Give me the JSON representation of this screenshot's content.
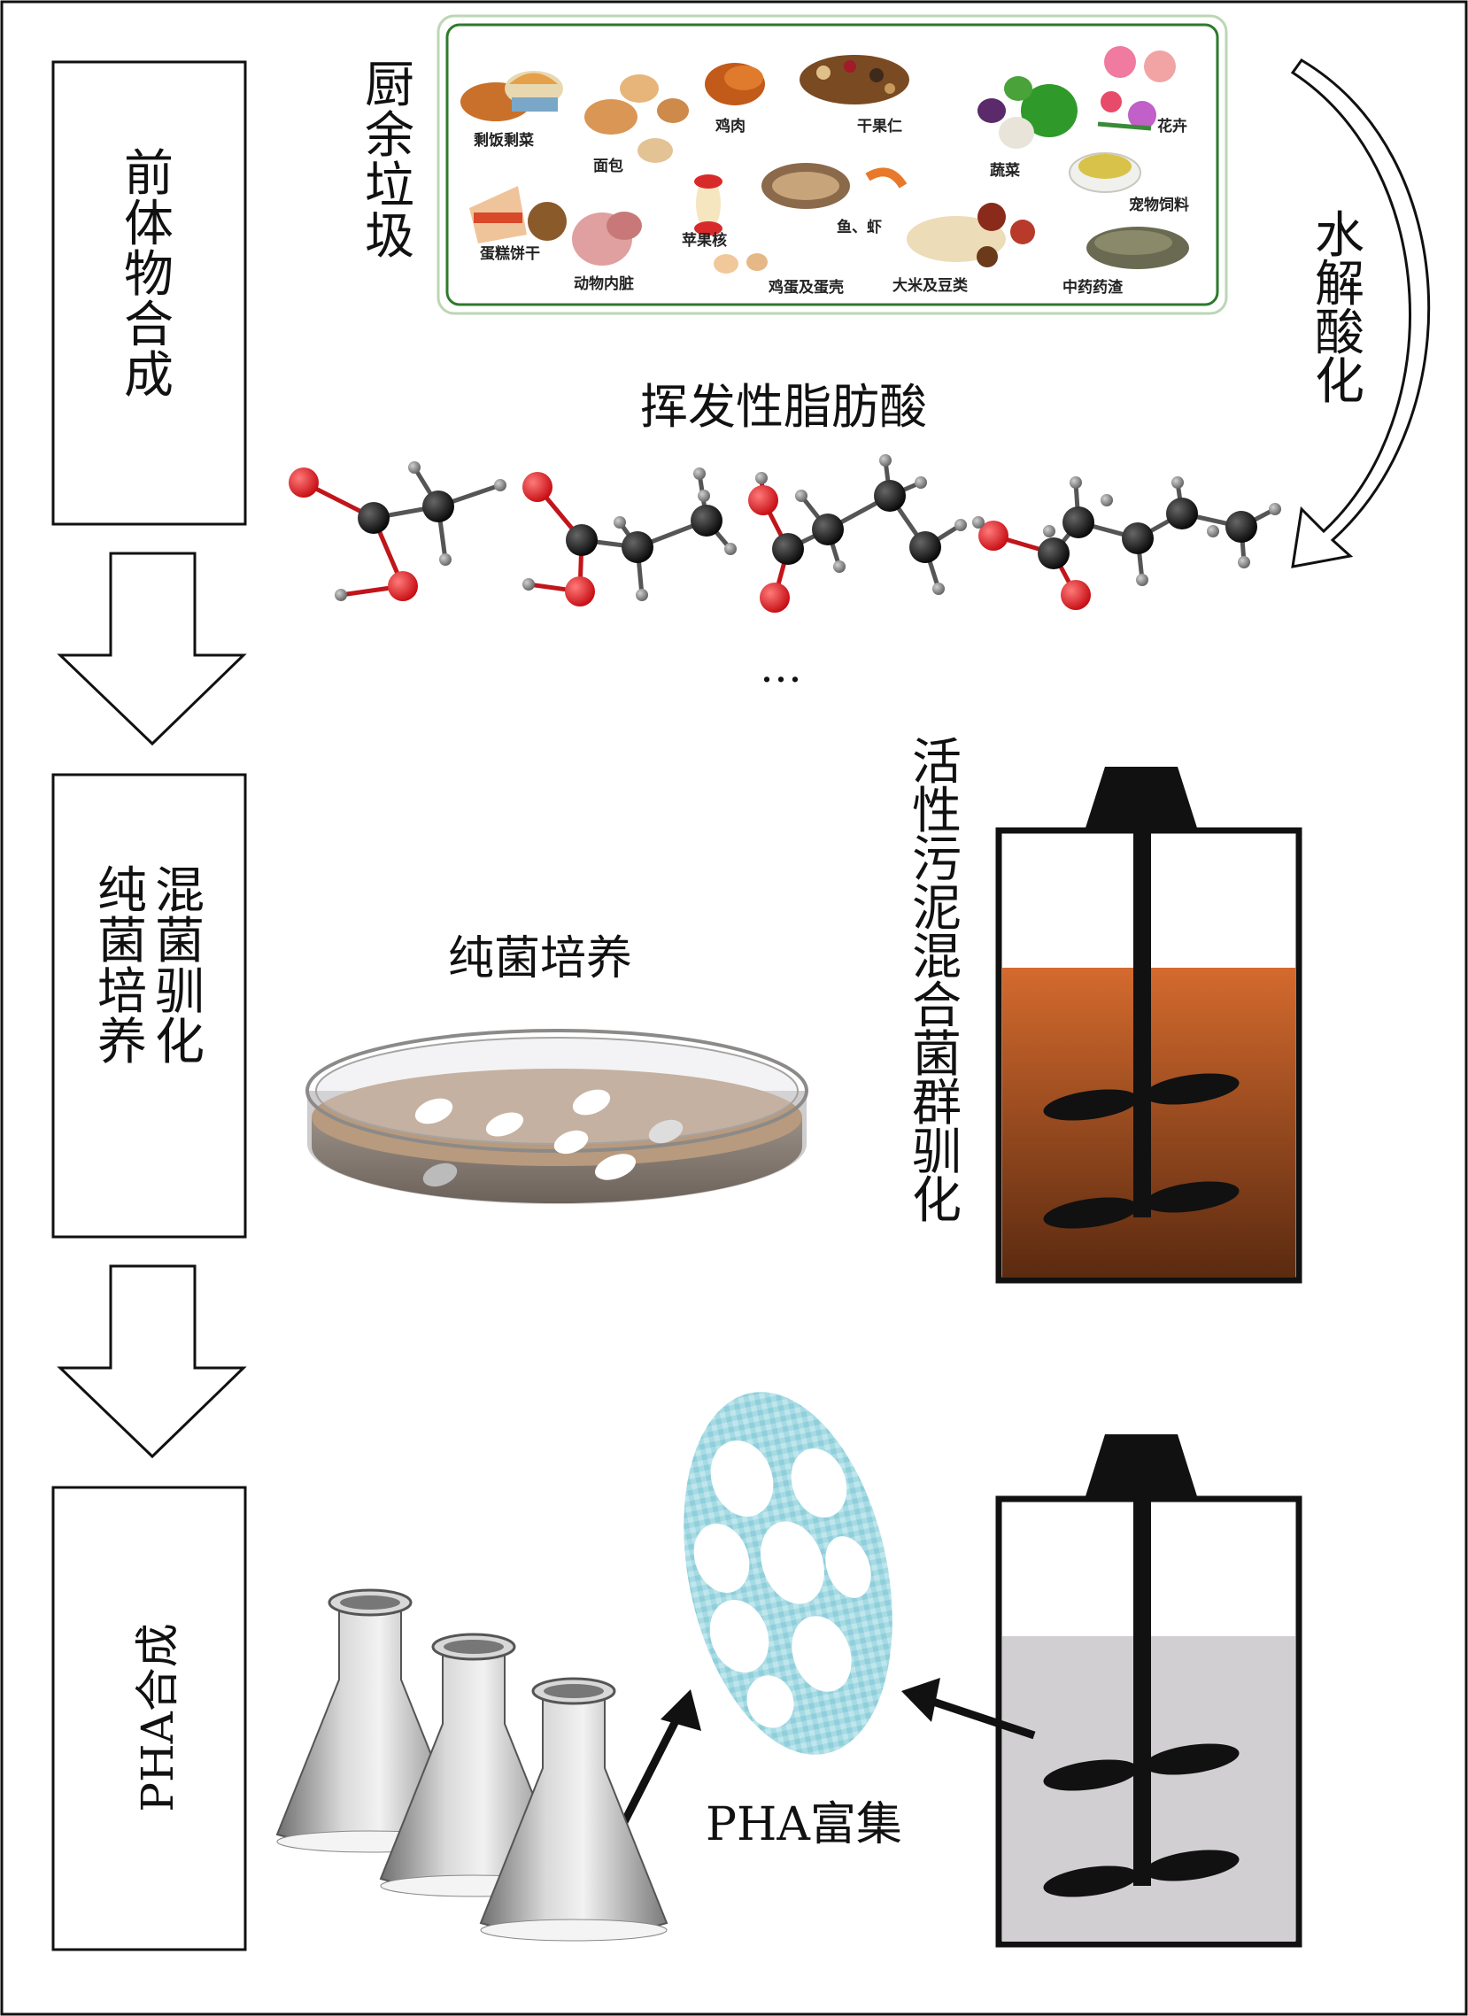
{
  "stages": [
    {
      "id": "precursor",
      "label": "前体物合成"
    },
    {
      "id": "culture",
      "label_col1": "纯菌培养",
      "label_col2": "混菌驯化"
    },
    {
      "id": "synthesis",
      "label": "PHA合成"
    }
  ],
  "food_waste": {
    "label": "厨余垃圾",
    "items": [
      "剩饭剩菜",
      "面包",
      "鸡肉",
      "干果仁",
      "花卉",
      "蔬菜",
      "蛋糕饼干",
      "苹果核",
      "鱼、虾",
      "宠物饲料",
      "动物内脏",
      "鸡蛋及蛋壳",
      "大米及豆类",
      "中药药渣"
    ]
  },
  "hydrolysis_label": "水解酸化",
  "vfa_label": "挥发性脂肪酸",
  "ellipsis": "…",
  "pure_culture_label": "纯菌培养",
  "mixed_culture_label": "活性污泥混合菌群驯化",
  "enrichment_label": "PHA富集",
  "colors": {
    "oxygen": "#e8141b",
    "carbon": "#111111",
    "hydrogen": "#8a8a8a",
    "sludge_top": "#d46a2e",
    "sludge_bottom": "#5a2a10",
    "reactor_liquid": "#d2cfd2",
    "cell": "#9fd8e2"
  }
}
